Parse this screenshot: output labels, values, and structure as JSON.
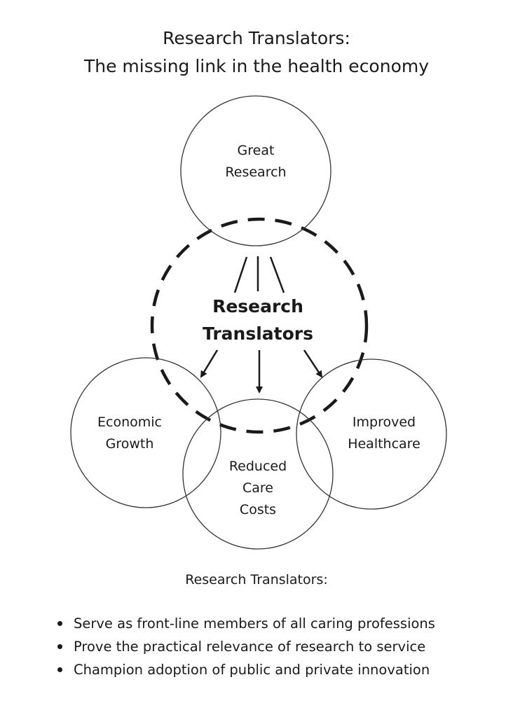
{
  "title": {
    "line1": "Research Translators:",
    "line2": "The missing link in the health economy"
  },
  "diagram": {
    "top_circle": "Great\nResearch",
    "center": "Research\nTranslators",
    "left_circle": "Economic\nGrowth",
    "bottom_circle": "Reduced\nCare\nCosts",
    "right_circle": "Improved\nHealthcare"
  },
  "summary": {
    "heading": "Research Translators:",
    "items": [
      "Serve as front-line members of all caring professions",
      "Prove the practical relevance of research to service",
      "Champion adoption of public and private innovation"
    ]
  }
}
